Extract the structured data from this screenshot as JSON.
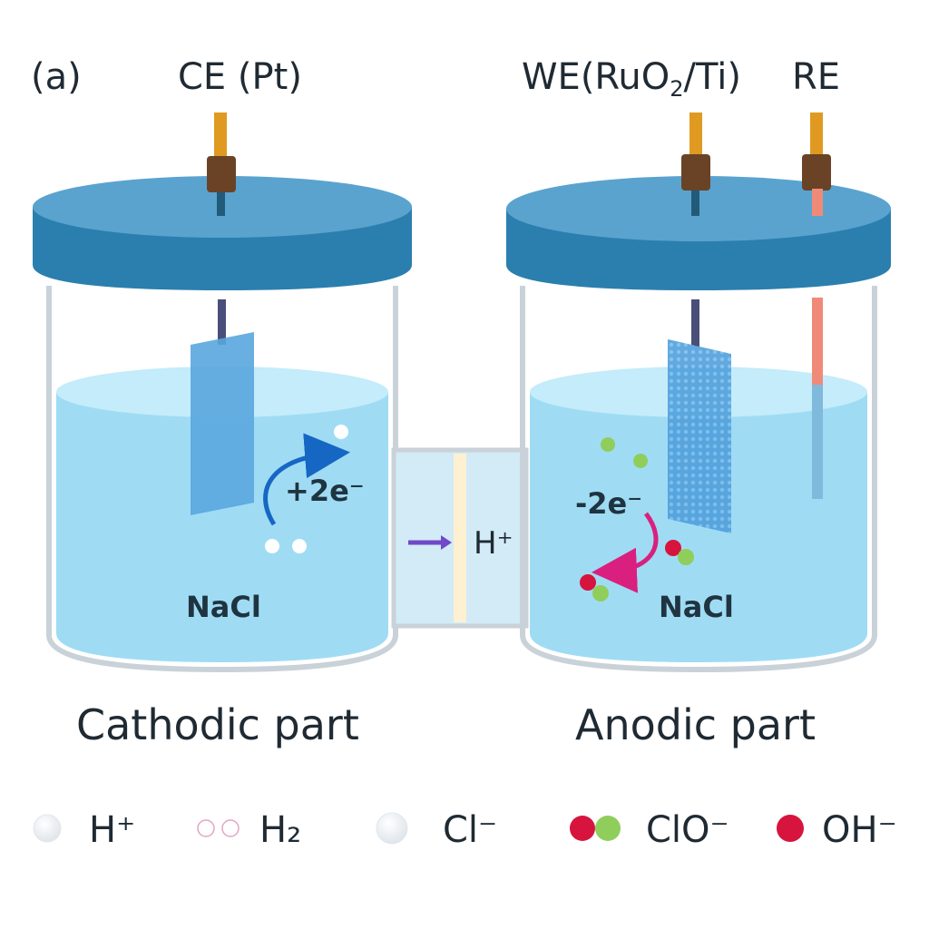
{
  "panel_label": "(a)",
  "electrodes": {
    "counter": "CE (Pt)",
    "working": "WE(RuO",
    "working_sub": "2",
    "working_tail": "/Ti)",
    "reference": "RE"
  },
  "cathode": {
    "electrolyte": "NaCl",
    "reaction": "+2e⁻",
    "caption": "Cathodic part"
  },
  "anode": {
    "electrolyte": "NaCl",
    "reaction": "-2e⁻",
    "caption": "Anodic part"
  },
  "membrane": {
    "ion": "H⁺"
  },
  "legend": [
    {
      "symbol": "H-plus",
      "label": "H⁺"
    },
    {
      "symbol": "H2",
      "label": "H₂"
    },
    {
      "symbol": "Cl-minus",
      "label": "Cl⁻"
    },
    {
      "symbol": "ClO-minus",
      "label": "ClO⁻"
    },
    {
      "symbol": "OH-minus",
      "label": "OH⁻"
    }
  ],
  "colors": {
    "lid": "#2b7fae",
    "lid_top": "#5aa3cf",
    "water": "#9fdcf4",
    "water_surface": "#c4ecfa",
    "glass": "#c9d2d8",
    "wire": "#e09a22",
    "plug": "#6a4327",
    "electrode_plate": "#5aa6de",
    "reference_rod": "#f08a78",
    "green_ion": "#8fce5a",
    "red_ion": "#d6143e",
    "arrow_blue": "#1667c4",
    "arrow_magenta": "#d9207f",
    "arrow_purple": "#7048c8",
    "membrane": "#fdf1d2"
  }
}
